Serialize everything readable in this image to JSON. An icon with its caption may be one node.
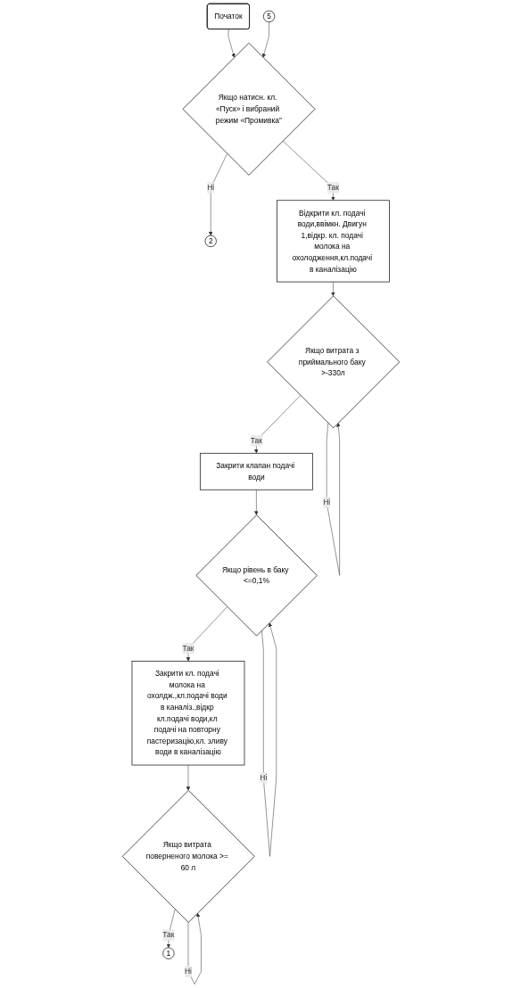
{
  "diagram": {
    "nodes": [
      {
        "text": [
          "Початок"
        ]
      },
      {
        "text": [
          "Якщо натисн. кл. «Пуск» і вибраний режим «Промивка”"
        ]
      },
      {
        "text": [
          "5"
        ]
      },
      {
        "text": [
          "2"
        ]
      },
      {
        "text": [
          "Відкрити кл. подачі води,ввімкн. Двигун 1,відкр. кл. подачі молока на охолодження,кл.подачі в каналізацію"
        ]
      },
      {
        "text": [
          "Якщо витрата з приймального баку >-330л"
        ]
      },
      {
        "text": [
          "Закрити клапан подачі води"
        ]
      },
      {
        "text": [
          "Якщо рівень в баку <=0,1%"
        ]
      },
      {
        "text": [
          "Закрити кл. подачі молока на охолдж.,кл.подачі води в каналіз.,відкр кл.подачі води,кл подачі на повторну пастеризацію,кл. зливу води в каналізацію"
        ]
      },
      {
        "text": [
          "Якщо витрата поверненого молока >= 60 л"
        ]
      },
      {
        "text": [
          "1"
        ]
      }
    ],
    "edges": [
      {
        "from": 0,
        "to": 1,
        "arrow": "to"
      },
      {
        "from": 2,
        "to": 1,
        "arrow": "to"
      },
      {
        "from": 1,
        "to": 3,
        "label": "Ні",
        "arrow": "to"
      },
      {
        "from": 1,
        "to": 4,
        "label": "Так",
        "arrow": "to"
      },
      {
        "from": 4,
        "to": 5,
        "arrow": "to"
      },
      {
        "from": 5,
        "to": 5,
        "label": "Ні",
        "arrow": "to"
      },
      {
        "from": 5,
        "to": 6,
        "label": "Так",
        "arrow": "to"
      },
      {
        "from": 6,
        "to": 7,
        "arrow": "to"
      },
      {
        "from": 7,
        "to": 7,
        "label": "Ні",
        "arrow": "to"
      },
      {
        "from": 7,
        "to": 8,
        "label": "Так",
        "arrow": "to"
      },
      {
        "from": 8,
        "to": 9,
        "arrow": "to"
      },
      {
        "from": 9,
        "to": 9,
        "label": "Ні",
        "arrow": "to"
      },
      {
        "from": 9,
        "to": 10,
        "label": "Так",
        "arrow": "to"
      }
    ]
  }
}
